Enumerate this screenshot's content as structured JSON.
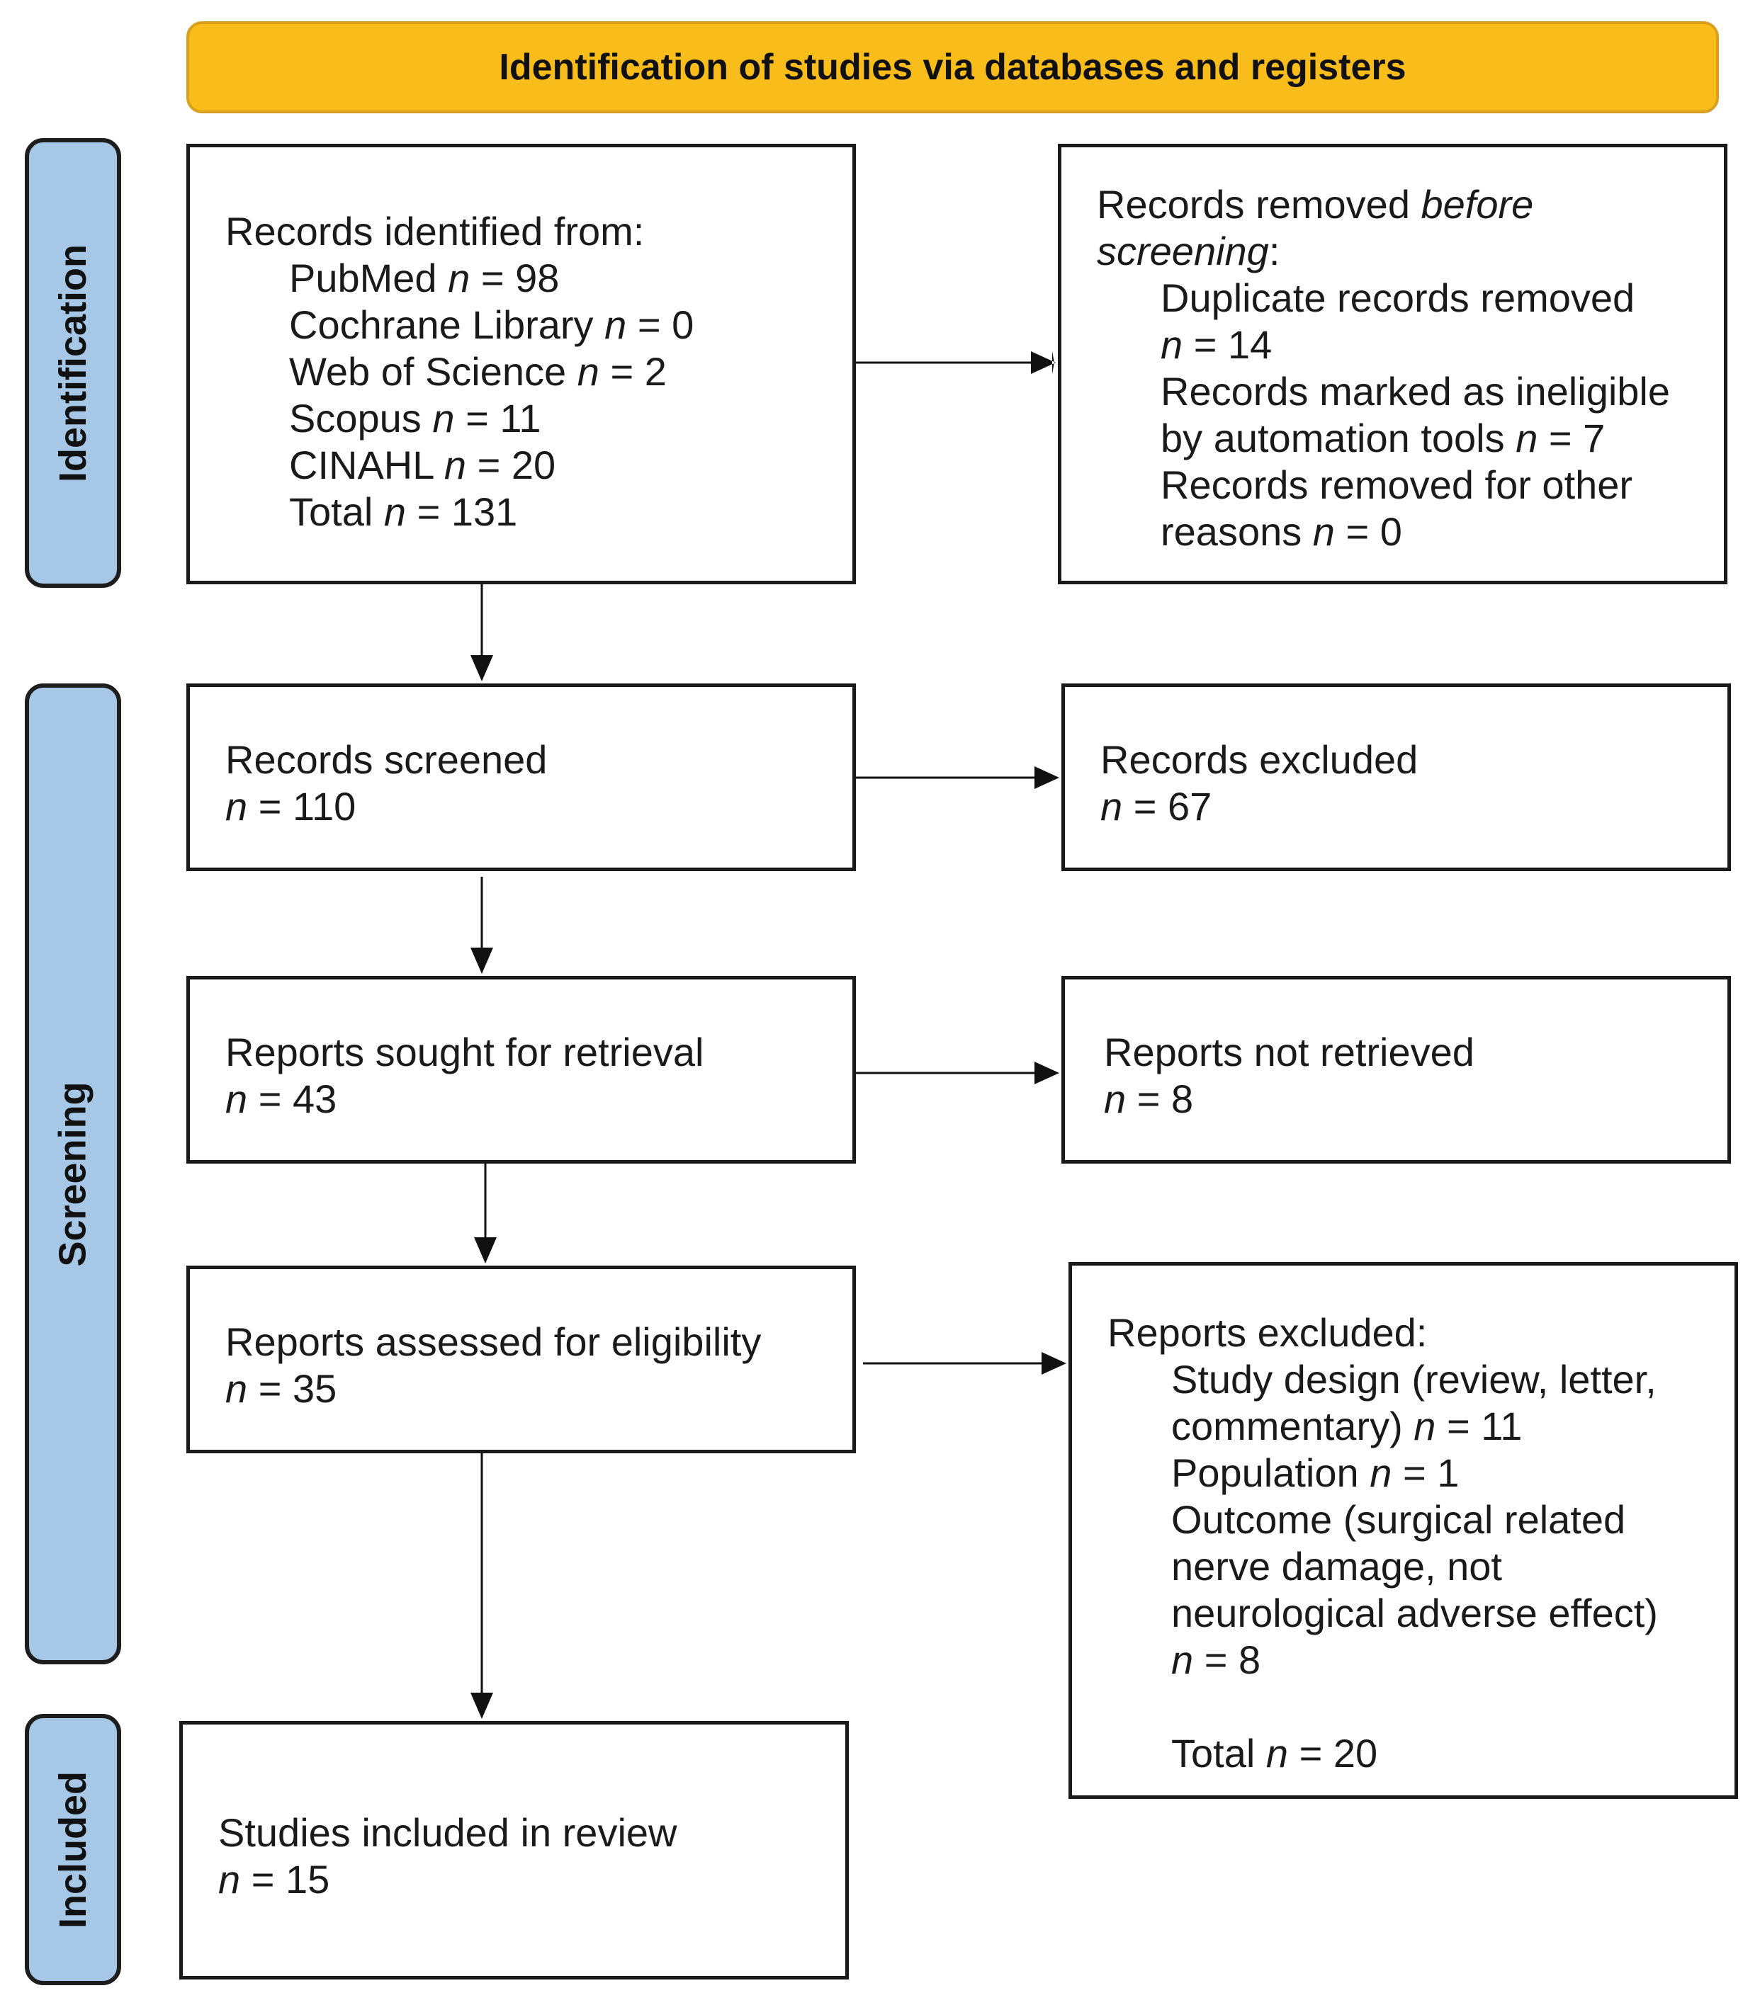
{
  "header": {
    "title": "Identification of studies via databases and registers"
  },
  "phases": {
    "identification": "Identification",
    "screening": "Screening",
    "included": "Included"
  },
  "boxes": {
    "identified": {
      "heading": "Records identified from:",
      "items": [
        {
          "label": "PubMed",
          "n": "n",
          "value": " = 98"
        },
        {
          "label": "Cochrane Library",
          "n": "n",
          "value": " = 0"
        },
        {
          "label": "Web of Science",
          "n": "n",
          "value": " = 2"
        },
        {
          "label": "Scopus",
          "n": "n",
          "value": " = 11"
        },
        {
          "label": "CINAHL",
          "n": "n",
          "value": " = 20"
        },
        {
          "label": "Total",
          "n": "n",
          "value": " = 131"
        }
      ]
    },
    "removed": {
      "heading_a": "Records removed ",
      "heading_em": "before",
      "heading_b_em": "screening",
      "heading_b": ":",
      "items": [
        {
          "line1": "Duplicate records removed",
          "n": "n",
          "value": " = 14"
        },
        {
          "line1": "Records marked as ineligible",
          "line2": "by automation tools",
          "n": "n",
          "value": " = 7"
        },
        {
          "line1": "Records removed for other",
          "line2": "reasons",
          "n": "n",
          "value": " = 0"
        }
      ]
    },
    "screened": {
      "label": "Records screened",
      "n": "n",
      "value": " = 110"
    },
    "excluded_records": {
      "label": "Records excluded",
      "n": "n",
      "value": " = 67"
    },
    "sought": {
      "label": "Reports sought for retrieval",
      "n": "n",
      "value": " = 43"
    },
    "not_retrieved": {
      "label": "Reports not retrieved",
      "n": "n",
      "value": " = 8"
    },
    "assessed": {
      "label": "Reports assessed for eligibility",
      "n": "n",
      "value": " = 35"
    },
    "excluded_reports": {
      "heading": "Reports excluded:",
      "item1_line1": "Study design (review, letter,",
      "item1_line2": "commentary)",
      "item1_value": " = 11",
      "item2_label": "Population",
      "item2_value": " = 1",
      "item3_line1": "Outcome (surgical related",
      "item3_line2": "nerve damage, not",
      "item3_line3": "neurological adverse effect)",
      "item3_value": " = 8",
      "total_label": "Total",
      "total_value": " = 20",
      "n": "n"
    },
    "included": {
      "label": "Studies included in review",
      "n": "n",
      "value": " = 15"
    }
  }
}
